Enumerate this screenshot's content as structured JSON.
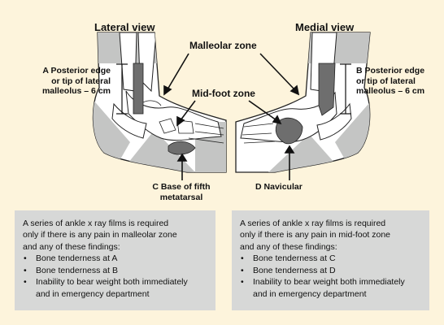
{
  "lateral": {
    "title": "Lateral view",
    "callout_a": {
      "letter": "A",
      "lines": [
        "Posterior edge",
        "or tip of lateral",
        "malleolus – 6 cm"
      ]
    },
    "callout_c": {
      "letter": "C",
      "lines": [
        "Base of fifth",
        "metatarsal"
      ]
    }
  },
  "medial": {
    "title": "Medial view",
    "callout_b": {
      "letter": "B",
      "lines": [
        "Posterior edge",
        "or tip of lateral",
        "malleolus – 6 cm"
      ]
    },
    "callout_d": {
      "letter": "D",
      "text": "Navicular"
    }
  },
  "zones": {
    "malleolar": "Malleolar zone",
    "midfoot": "Mid-foot zone"
  },
  "rule_boxes": [
    {
      "intro": [
        "A series of ankle x ray films is required",
        "only if there is any pain in malleolar zone",
        "and any of these findings:"
      ],
      "items": [
        "Bone tenderness at A",
        "Bone tenderness at B",
        "Inability to bear weight both immediately",
        "and in emergency department"
      ]
    },
    {
      "intro": [
        "A  series of ankle x ray films is required",
        "only if there is any pain in mid-foot zone",
        "and any of these findings:"
      ],
      "items": [
        "Bone tenderness at C",
        "Bone tenderness at D",
        "Inability to bear weight both immediately",
        "and in emergency department"
      ]
    }
  ],
  "colors": {
    "background": "#fdf4dc",
    "skin_shade": "#c4c5c4",
    "bone_fill": "#ffffff",
    "marker_dark": "#6e6e6e",
    "text_box": "#d7d8d7"
  }
}
